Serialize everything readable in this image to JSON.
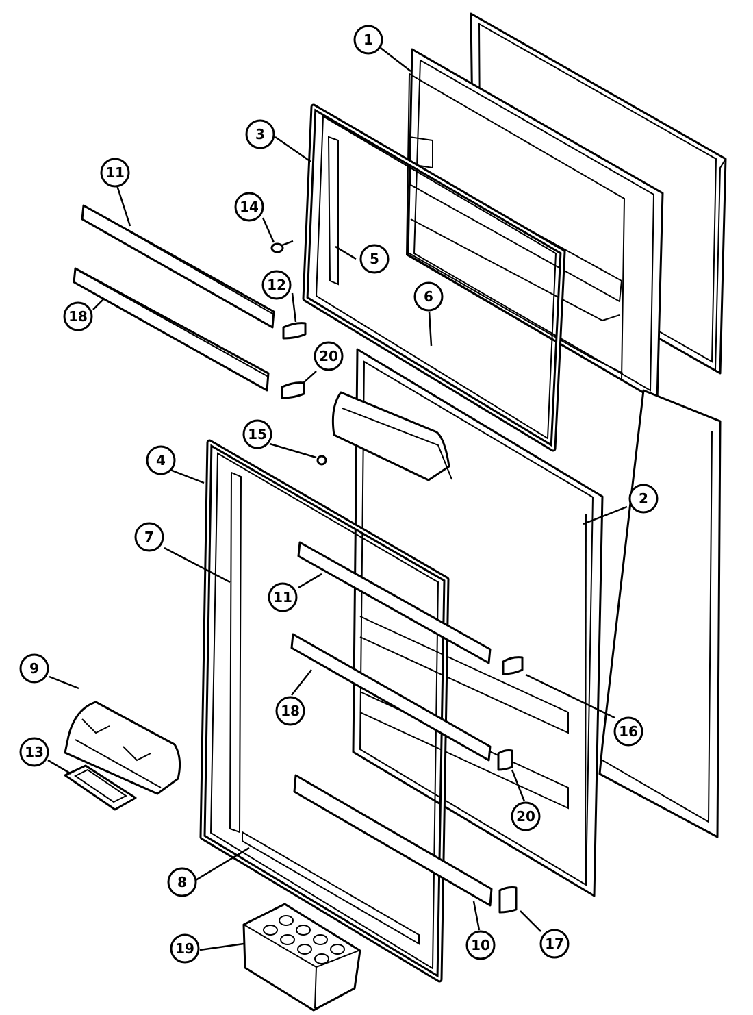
{
  "diagram": {
    "callouts": [
      {
        "id": "c1",
        "label": "1"
      },
      {
        "id": "c2",
        "label": "2"
      },
      {
        "id": "c3",
        "label": "3"
      },
      {
        "id": "c4",
        "label": "4"
      },
      {
        "id": "c5",
        "label": "5"
      },
      {
        "id": "c6",
        "label": "6"
      },
      {
        "id": "c7",
        "label": "7"
      },
      {
        "id": "c8",
        "label": "8"
      },
      {
        "id": "c9",
        "label": "9"
      },
      {
        "id": "c10",
        "label": "10"
      },
      {
        "id": "c11a",
        "label": "11"
      },
      {
        "id": "c11b",
        "label": "11"
      },
      {
        "id": "c12",
        "label": "12"
      },
      {
        "id": "c13",
        "label": "13"
      },
      {
        "id": "c14",
        "label": "14"
      },
      {
        "id": "c15",
        "label": "15"
      },
      {
        "id": "c16",
        "label": "16"
      },
      {
        "id": "c17",
        "label": "17"
      },
      {
        "id": "c18a",
        "label": "18"
      },
      {
        "id": "c18b",
        "label": "18"
      },
      {
        "id": "c19",
        "label": "19"
      },
      {
        "id": "c20a",
        "label": "20"
      },
      {
        "id": "c20b",
        "label": "20"
      }
    ]
  }
}
